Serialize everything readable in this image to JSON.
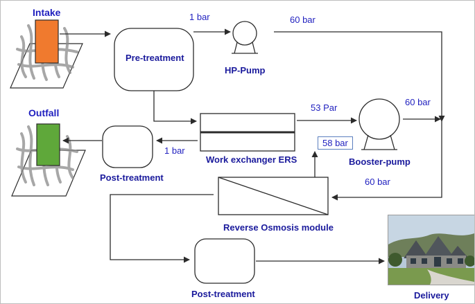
{
  "labels": {
    "intake": "Intake",
    "outfall": "Outfall",
    "pre_treatment": "Pre-treatment",
    "hp_pump": "HP-Pump",
    "post_treatment_1": "Post-treatment",
    "work_exchanger": "Work exchanger ERS",
    "booster_pump": "Booster-pump",
    "ro_module": "Reverse Osmosis module",
    "post_treatment_2": "Post-treatment",
    "delivery": "Delivery"
  },
  "pressures": {
    "p_1bar_top": "1 bar",
    "p_60bar_top": "60 bar",
    "p_53par": "53 Par",
    "p_60bar_booster": "60 bar",
    "p_58bar": "58 bar",
    "p_1bar_mid": "1 bar",
    "p_60bar_ro": "60 bar"
  },
  "colors": {
    "intake_tank": "#f07a2e",
    "outfall_tank": "#5fa83a",
    "label_blue": "#1f1fbf",
    "line": "#2b2b2b"
  }
}
